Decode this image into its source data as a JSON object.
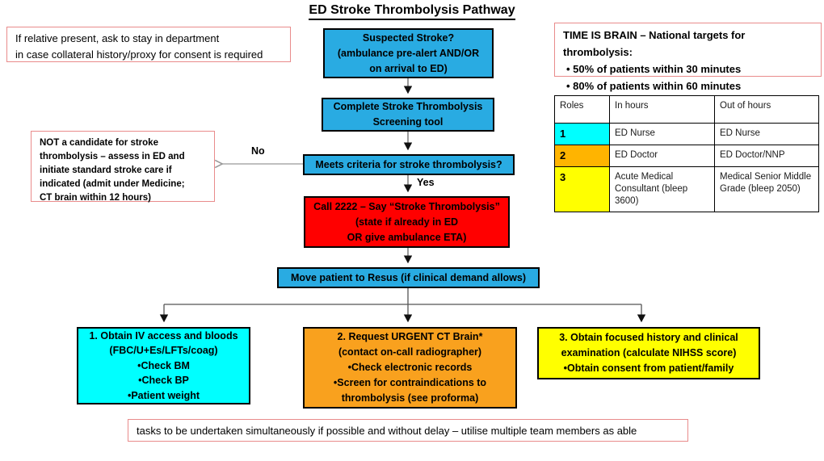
{
  "title": "ED Stroke Thrombolysis Pathway",
  "colors": {
    "process_blue": "#29ABE2",
    "alert_red": "#FF0000",
    "task_cyan": "#00FFFF",
    "task_orange": "#F9A11E",
    "task_yellow": "#FFFF00",
    "table_orange": "#FFB400",
    "annotation_border": "#E98B8B",
    "connector_gray": "#666666"
  },
  "notes": {
    "relative": {
      "lines": [
        "If relative present, ask to stay in department",
        "in case collateral history/proxy for consent is required"
      ]
    },
    "time_is_brain": {
      "heading": "TIME IS BRAIN – National targets for thrombolysis:",
      "bullets": [
        "•   50% of patients within 30 minutes",
        "•   80% of patients within 60 minutes"
      ]
    },
    "not_candidate": {
      "lines": [
        "NOT a candidate for stroke",
        "thrombolysis – assess in ED  and",
        "initiate standard stroke care if",
        "indicated (admit under Medicine;",
        "CT brain within 12 hours)"
      ]
    },
    "tasks_note": "tasks to be undertaken simultaneously if possible and without delay – utilise multiple team members as able"
  },
  "flow": {
    "suspected": {
      "lines": [
        "Suspected Stroke?",
        "(ambulance pre-alert AND/OR",
        "on arrival to ED)"
      ]
    },
    "screening": {
      "lines": [
        "Complete Stroke Thrombolysis",
        "Screening tool"
      ]
    },
    "criteria": {
      "label": "Meets criteria for stroke thrombolysis?"
    },
    "no_label": "No",
    "yes_label": "Yes",
    "call": {
      "lines": [
        "Call 2222 – Say “Stroke Thrombolysis”",
        "(state if already in ED",
        "OR give ambulance ETA)"
      ]
    },
    "resus": {
      "label": "Move patient to Resus (if clinical demand allows)"
    },
    "task1": {
      "lines": [
        "1. Obtain IV access and bloods",
        "(FBC/U+Es/LFTs/coag)",
        "•Check BM",
        "•Check BP",
        "•Patient weight"
      ]
    },
    "task2": {
      "lines": [
        "2. Request URGENT CT Brain*",
        "(contact on-call radiographer)",
        "•Check electronic records",
        "•Screen for contraindications to",
        "thrombolysis (see proforma)"
      ]
    },
    "task3": {
      "lines": [
        "3. Obtain focused history and clinical",
        "examination (calculate NIHSS score)",
        "•Obtain consent from patient/family"
      ]
    }
  },
  "roles_table": {
    "headers": [
      "Roles",
      "In hours",
      "Out of hours"
    ],
    "rows": [
      {
        "role": "1",
        "in_hours": "ED Nurse",
        "out_of_hours": "ED Nurse",
        "color": "#00FFFF"
      },
      {
        "role": "2",
        "in_hours": "ED Doctor",
        "out_of_hours": "ED Doctor/NNP",
        "color": "#FFB400"
      },
      {
        "role": "3",
        "in_hours": "Acute Medical Consultant (bleep 3600)",
        "out_of_hours": "Medical Senior Middle Grade (bleep 2050)",
        "color": "#FFFF00"
      }
    ]
  }
}
